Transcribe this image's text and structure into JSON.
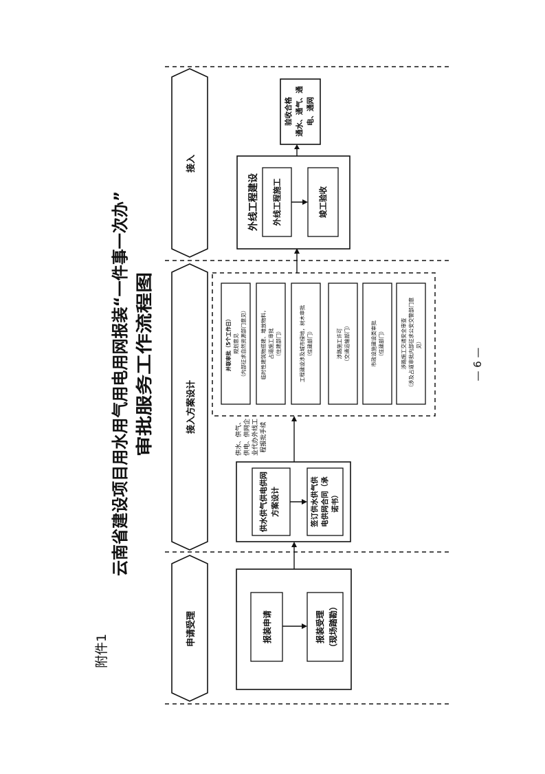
{
  "attachment_label": "附件1",
  "title": {
    "line1": "云南省建设项目用水用气用电用网报装“一件事一次办”",
    "line2": "审批服务工作流程图"
  },
  "page_number": "— 6 —",
  "phases": {
    "apply": "申请受理",
    "design": "接入方案设计",
    "connect": "接入"
  },
  "steps": {
    "apply": "报装申请",
    "accept": [
      "报装受理",
      "（现场踏勘）"
    ],
    "plan": [
      "供水供气供电供网",
      "方案设计"
    ],
    "contract": [
      "签订供水供气供",
      "电供网合同（承",
      "诺书）"
    ],
    "side_note": [
      "供水、供气、",
      "供电、供网企",
      "业代办外线工",
      "程报批手续"
    ],
    "external_title": "外线工程建设",
    "construction": "外线工程施工",
    "completion": "竣工验收",
    "final": [
      "验收合格",
      "通水、通气、通",
      "电、通网"
    ]
  },
  "approvals": [
    [
      "并联审批（5个工作日）",
      "规划意见",
      "（内部征求自然资源部门意见）"
    ],
    [
      "临时性建筑物搭建、堆放物料，",
      "占道施工审批",
      "（住建部门）"
    ],
    [
      "工程建设涉及城市绿地，树木审批",
      "（住建部门）"
    ],
    [
      "涉路施工许可",
      "（交通运输部门）"
    ],
    [
      "市政设施建设类审批",
      "（住建部门）"
    ],
    [
      "涉路施工交通安全审查",
      "（涉及占道审批内部征求公安交警部门意",
      "见）"
    ]
  ]
}
